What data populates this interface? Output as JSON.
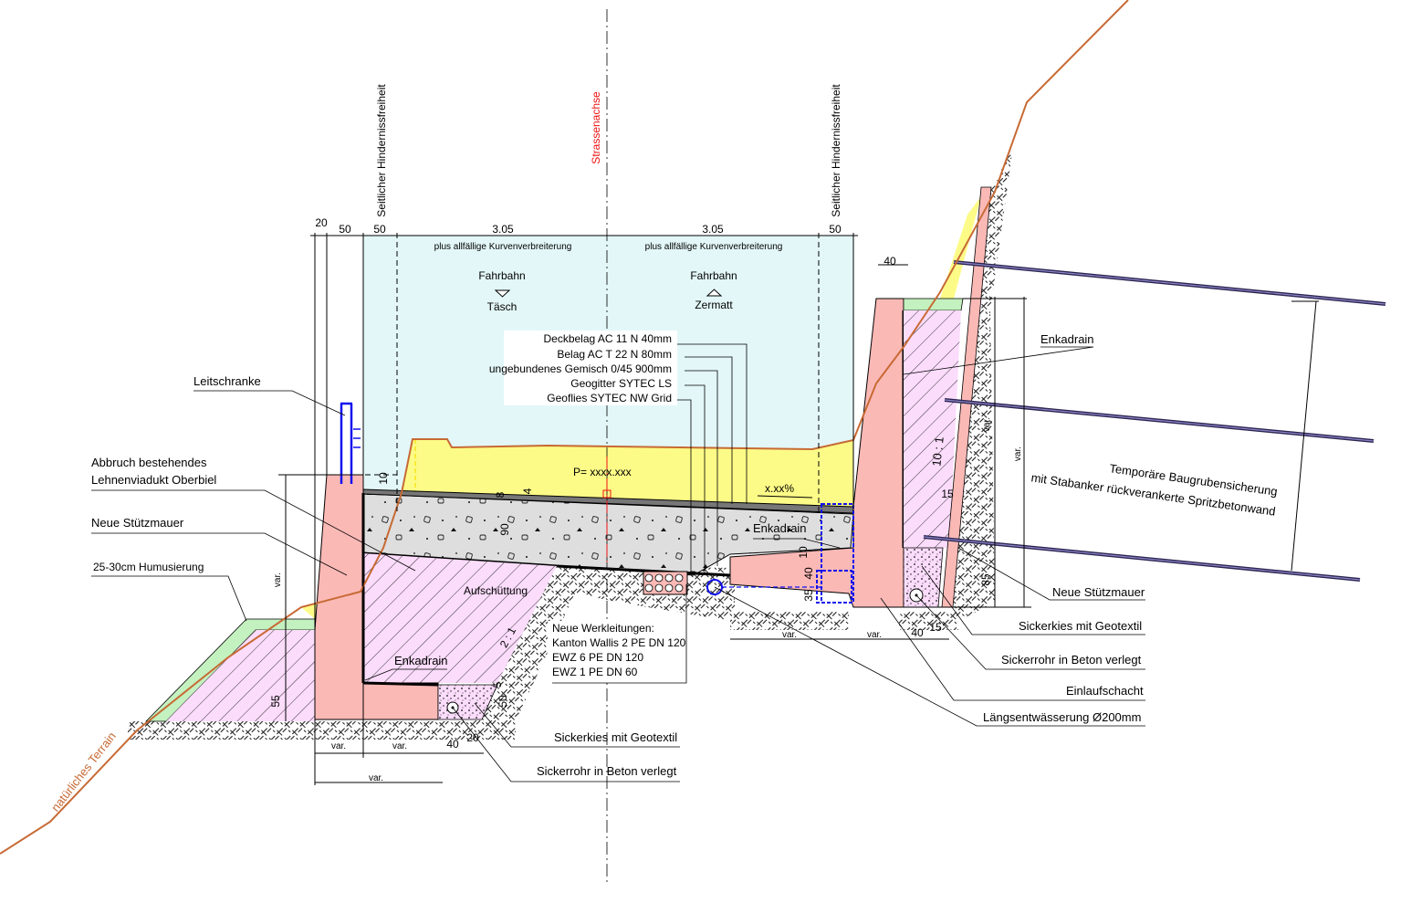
{
  "title": "Querschnitt Strasse mit Stützmauern",
  "colors": {
    "clearance": "#e3f7f8",
    "fill_yellow": "#fdfb87",
    "wall_pink": "#fbb9b6",
    "embankment_pink": "#fbdcfb",
    "gravel_grey": "#dedede",
    "grass_green": "#c3f1bf",
    "terrain_orange": "#c76a35",
    "axis_red": "#ee1111",
    "drainage_blue": "#1010ee",
    "anchor_purple": "#2d2550"
  },
  "top_dims": {
    "d20": "20",
    "d50a": "50",
    "d50b": "50",
    "d305a": "3.05",
    "d305b": "3.05",
    "d50c": "50"
  },
  "curve_note_left": "plus allfällige Kurvenverbreiterung",
  "curve_note_right": "plus allfällige Kurvenverbreiterung",
  "clearance_left": "Seitlicher Hindernissfreiheit",
  "clearance_right": "Seitlicher Hindernissfreiheit",
  "axis_label": "Strassenachse",
  "lane_left": {
    "label": "Fahrbahn",
    "direction": "Täsch"
  },
  "lane_right": {
    "label": "Fahrbahn",
    "direction": "Zermatt"
  },
  "layers": [
    "Deckbelag AC 11 N 40mm",
    "Belag AC T 22 N 80mm",
    "ungebundenes Gemisch 0/45 900mm",
    "Geogitter SYTEC LS",
    "Geoflies SYTEC NW Grid"
  ],
  "point_label": "P= xxxx.xxx",
  "slope_label": "x.xx%",
  "left_labels": {
    "guardrail": "Leitschranke",
    "demolition_1": "Abbruch bestehendes",
    "demolition_2": "Lehnenviadukt Oberbiel",
    "new_wall": "Neue Stützmauer",
    "topsoil": "25-30cm Humusierung"
  },
  "center_labels": {
    "fill": "Aufschüttung",
    "enkadrain_left": "Enkadrain",
    "slope_ratio": "2 : 1",
    "utilities_title": "Neue Werkleitungen:",
    "utilities": [
      "Kanton Wallis 2 PE DN 120",
      "EWZ 6 PE DN 120",
      "EWZ 1 PE DN 60"
    ],
    "enkadrain_mid": "Enkadrain",
    "gravel_left": "Sickerkies mit Geotextil",
    "pipe_left": "Sickerrohr in Beton verlegt"
  },
  "right_labels": {
    "enkadrain": "Enkadrain",
    "shoring_1": "Temporäre Baugrubensicherung",
    "shoring_2": "mit Stabanker rückverankerte Spritzbetonwand",
    "new_wall": "Neue Stützmauer",
    "gravel": "Sickerkies mit Geotextil",
    "pipe": "Sickerrohr in Beton verlegt",
    "inlet": "Einlaufschacht",
    "drainage": "Längsentwässerung Ø200mm",
    "wall_batter": "10 : 1"
  },
  "terrain_label": "natürliches Terrain",
  "dims": {
    "r40top": "40",
    "r15": "15",
    "rvar1": "var.",
    "rvar2": "var.",
    "r85": "85",
    "lvar": "var.",
    "l55": "55",
    "l10": "10",
    "d8": "8",
    "d4": "4",
    "d90": "90",
    "m10": "10",
    "m40": "40",
    "m35": "35",
    "c5": "5",
    "c50": "50",
    "bvar1": "var.",
    "bvar2": "var.",
    "b40": "40",
    "b20": "20",
    "bvar3": "var.",
    "rbvar1": "var.",
    "rbvar2": "var.",
    "rb40": "40",
    "rb15": "15"
  }
}
